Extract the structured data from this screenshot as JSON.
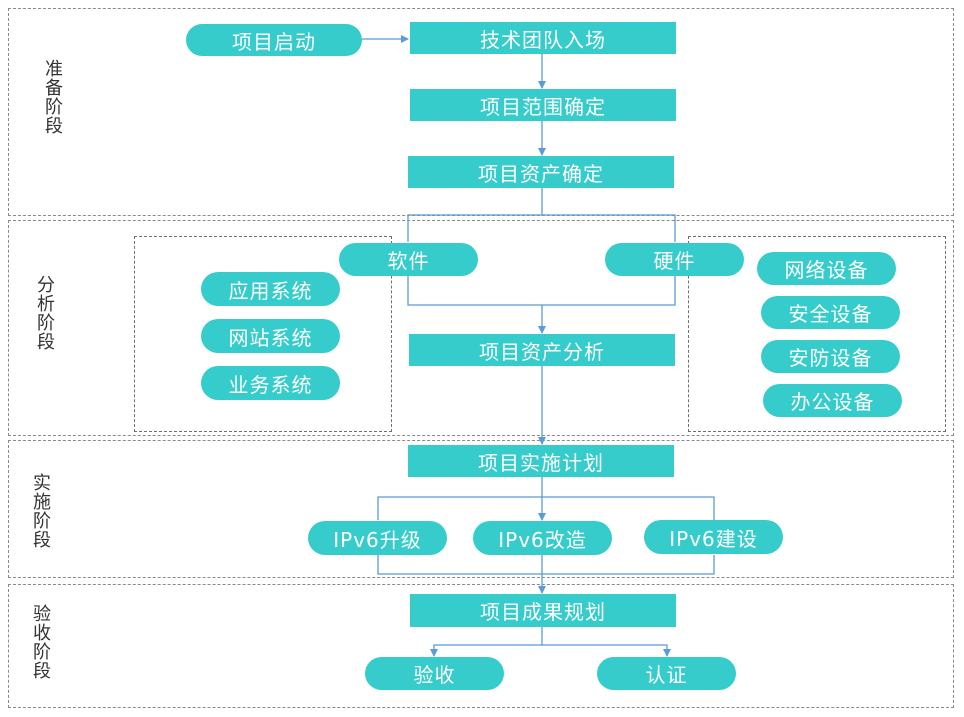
{
  "phases": {
    "prep": "准备阶段",
    "analysis": "分析阶段",
    "impl": "实施阶段",
    "accept": "验收阶段"
  },
  "nodes": {
    "start": "项目启动",
    "team": "技术团队入场",
    "scope": "项目范围确定",
    "assets": "项目资产确定",
    "software": "软件",
    "hardware": "硬件",
    "app_sys": "应用系统",
    "web_sys": "网站系统",
    "biz_sys": "业务系统",
    "net_dev": "网络设备",
    "sec_dev": "安全设备",
    "guard_dev": "安防设备",
    "office_dev": "办公设备",
    "analysis": "项目资产分析",
    "plan": "项目实施计划",
    "upgrade": "IPv6升级",
    "retrofit": "IPv6改造",
    "build": "IPv6建设",
    "result": "项目成果规划",
    "accept": "验收",
    "cert": "认证"
  },
  "colors": {
    "node": "#36cccc",
    "connector": "#5b9bd5",
    "border": "#8a8a8a"
  }
}
